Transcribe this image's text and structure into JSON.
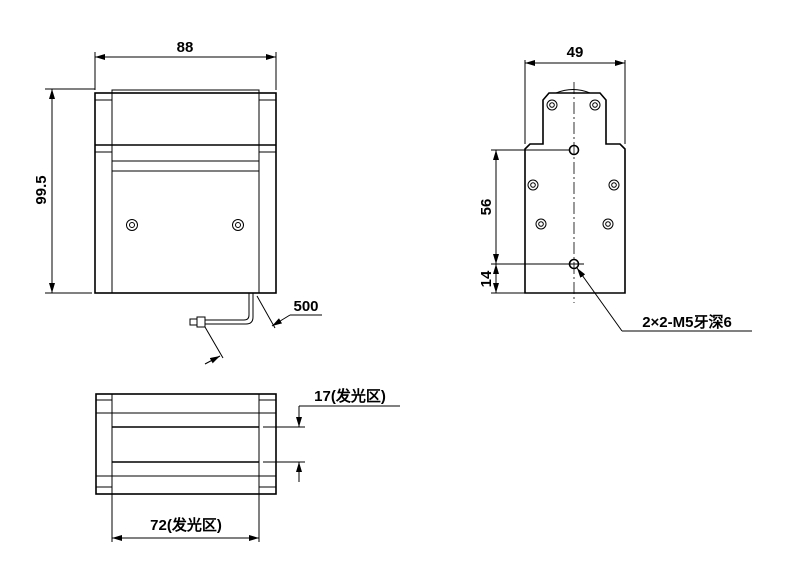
{
  "front_view": {
    "width_dim": "88",
    "height_dim": "99.5",
    "cable_dim": "500"
  },
  "side_view": {
    "width_dim": "49",
    "hole_spacing_dim": "56",
    "hole_offset_dim": "14",
    "thread_note": "2×2-M5牙深6"
  },
  "bottom_view": {
    "emit_height_dim": "17(发光区)",
    "emit_width_dim": "72(发光区)"
  }
}
